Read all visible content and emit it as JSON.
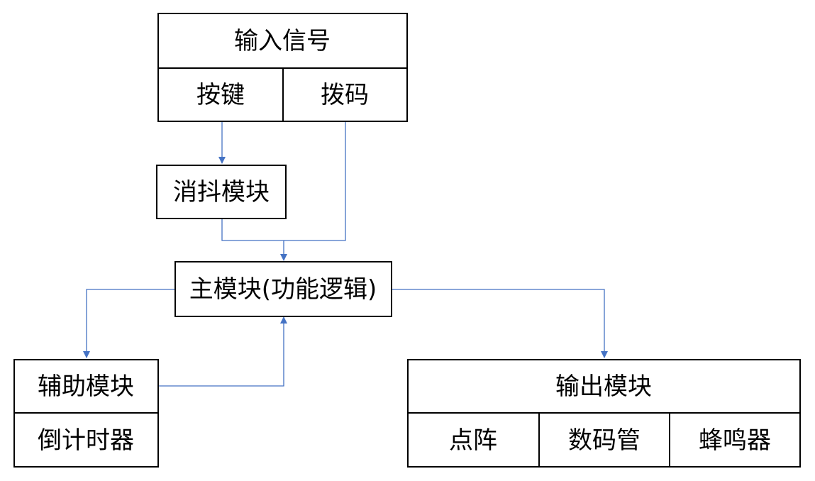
{
  "input": {
    "title": "输入信号",
    "items": [
      "按键",
      "拨码"
    ]
  },
  "debounce": {
    "label": "消抖模块"
  },
  "main": {
    "label": "主模块(功能逻辑)"
  },
  "aux": {
    "title": "辅助模块",
    "items": [
      "倒计时器"
    ]
  },
  "output": {
    "title": "输出模块",
    "items": [
      "点阵",
      "数码管",
      "蜂鸣器"
    ]
  },
  "colors": {
    "connector": "#4472C4",
    "border": "#000000"
  }
}
